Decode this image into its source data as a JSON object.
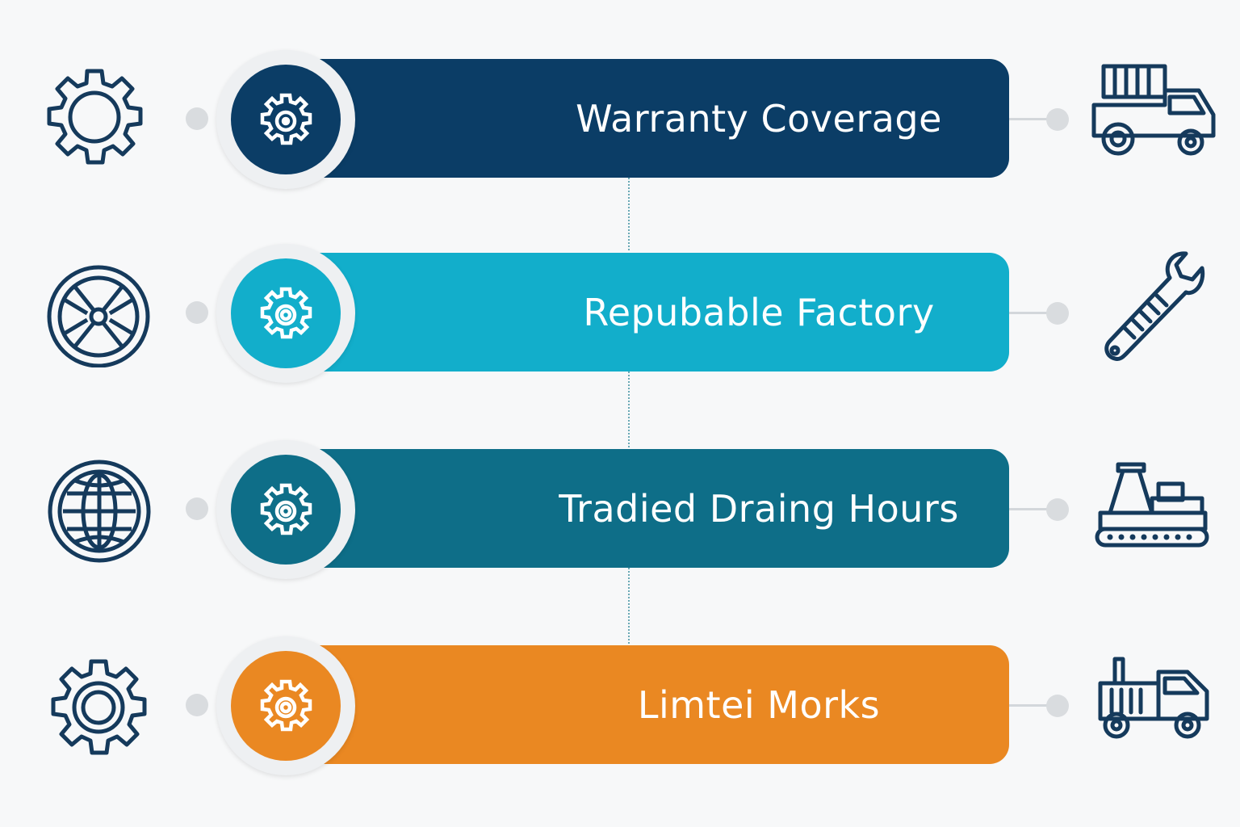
{
  "rows": [
    {
      "label": "Warranty Coverage",
      "color": "#0b3d66",
      "left_icon": "gear-icon",
      "right_icon": "truck-icon"
    },
    {
      "label": "Repubable Factory",
      "color": "#12aecb",
      "left_icon": "wheel-icon",
      "right_icon": "wrench-icon"
    },
    {
      "label": "Tradied Draing Hours",
      "color": "#0e6e88",
      "left_icon": "globe-icon",
      "right_icon": "crawler-machine-icon"
    },
    {
      "label": "Limtei Morks",
      "color": "#ea8822",
      "left_icon": "gear-icon",
      "right_icon": "tractor-icon"
    }
  ],
  "colors": {
    "icon_stroke": "#153a5c",
    "connector": "#6aa9b5",
    "background": "#f7f8f9"
  }
}
